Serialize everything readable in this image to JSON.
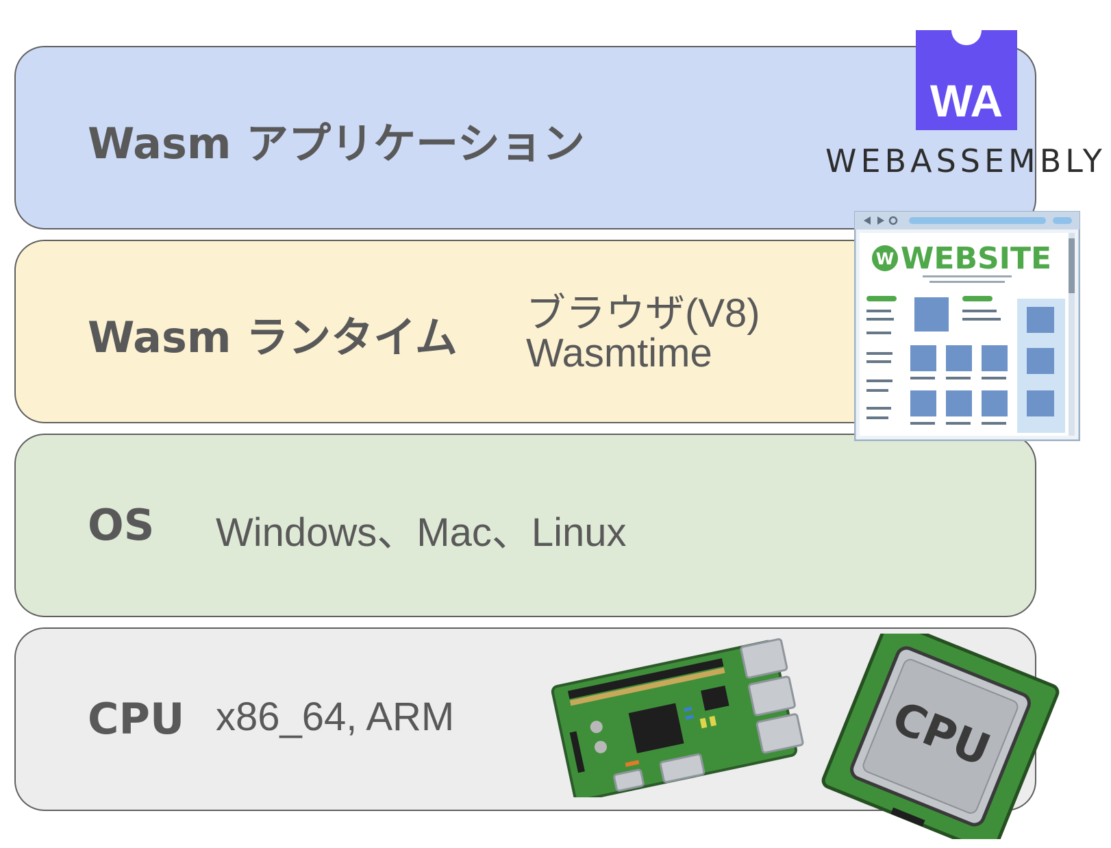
{
  "colors": {
    "app_fill": "#ccdaf5",
    "runtime_fill": "#fcf1d1",
    "os_fill": "#dfead6",
    "cpu_fill": "#ededed",
    "border": "#5f5f5f",
    "text": "#595959",
    "wa_purple": "#654ff0"
  },
  "layers": {
    "app": {
      "label": "Wasm アプリケーション"
    },
    "runtime": {
      "label": "Wasm ランタイム",
      "values": [
        "ブラウザ(V8)",
        "Wasmtime"
      ]
    },
    "os": {
      "label": "OS",
      "value": "Windows、Mac、Linux"
    },
    "cpu": {
      "label": "CPU",
      "value": "x86_64, ARM"
    }
  },
  "logo": {
    "mark": "WA",
    "wordmark": "WEBASSEMBLY"
  },
  "website_illustration": {
    "title": "WEBSITE",
    "badge": "W"
  },
  "chip_illustration": {
    "text": "CPU"
  },
  "icons": [
    "webassembly-logo",
    "website-browser-illustration",
    "circuit-board-illustration",
    "cpu-chip-illustration"
  ]
}
